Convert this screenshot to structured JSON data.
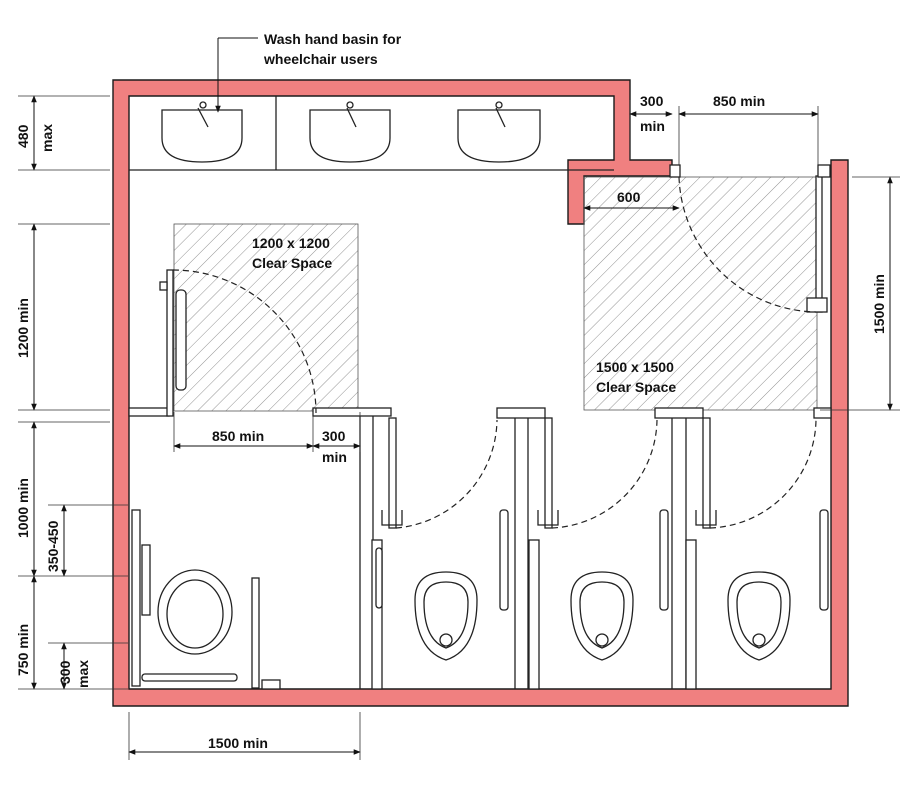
{
  "labels": {
    "basin_callout_line1": "Wash hand basin for",
    "basin_callout_line2": "wheelchair users",
    "clear_space_small_line1": "1200 x 1200",
    "clear_space_small_line2": "Clear Space",
    "clear_space_large_line1": "1500 x 1500",
    "clear_space_large_line2": "Clear Space"
  },
  "dimensions": {
    "basin_depth_value": "480",
    "basin_depth_note": "max",
    "gap_300_top_value": "300",
    "gap_300_top_note": "min",
    "door_850_top": "850 min",
    "door_offset_600": "600",
    "clear_1500_side": "1500 min",
    "clear_1200_side": "1200 min",
    "door_850_mid": "850 min",
    "gap_300_mid_value": "300",
    "gap_300_mid_note": "min",
    "rail_1000": "1000 min",
    "rail_350_450": "350-450",
    "rail_750": "750 min",
    "rail_300_value": "300",
    "rail_300_note": "max",
    "cubicle_width_1500": "1500 min"
  },
  "colors": {
    "wall_fill": "#f08080",
    "line": "#222222"
  }
}
